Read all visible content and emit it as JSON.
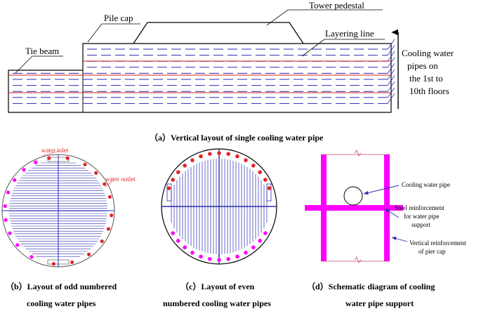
{
  "panel_a": {
    "labels": {
      "tie_beam": "Tie beam",
      "pile_cap": "Pile cap",
      "tower_pedestal": "Tower pedestal",
      "layering_line": "Layering line",
      "cooling_1": "Cooling water",
      "cooling_2": "pipes on",
      "cooling_3": "the 1st to",
      "cooling_4": "10th floors"
    },
    "caption": "（a）Vertical layout of single cooling water pipe"
  },
  "panel_b": {
    "water_inlet": "water inlet",
    "water_outlet": "water outlet",
    "caption_1": "（b）Layout of odd numbered",
    "caption_2": "cooling water pipes"
  },
  "panel_c": {
    "caption_1": "（c）Layout of even",
    "caption_2": "numbered cooling water pipes"
  },
  "panel_d": {
    "label_pipe": "Cooling water pipe",
    "label_steel_1": "Steel reinforcement",
    "label_steel_2": "for water pipe",
    "label_steel_3": "support",
    "label_vert_1": "Vertical reinforcement",
    "label_vert_2": "of pier cap",
    "caption_1": "（d）Schematic diagram of cooling",
    "caption_2": "water pipe support"
  },
  "colors": {
    "pipe": "#2b2bb0",
    "layer": "#d02020",
    "magenta": "#ff00ff",
    "inlet": "#e0262b",
    "outline": "#000000"
  }
}
